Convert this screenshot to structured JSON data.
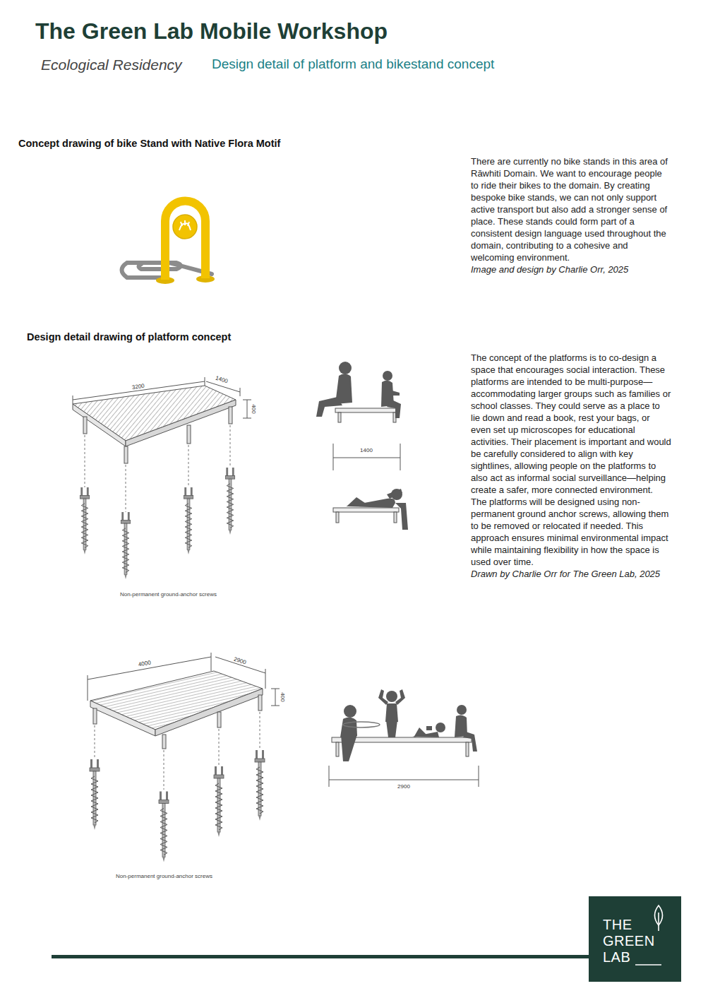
{
  "diagram": {
    "title": "The Green Lab Mobile Workshop",
    "nodes": [
      {
        "text": [
          "THE GREEN LAB"
        ]
      }
    ],
    "labels": [
      "Ecological Residency",
      "Design detail of platform and bikestand concept",
      "Concept drawing of bike Stand with Native Flora Motif",
      "There are currently no bike stands in this area of Rāwhiti Domain. We want to encourage people to ride their bikes to the domain. By creating bespoke bike stands, we can not only support active transport but also add a stronger sense of place. These stands could form part of a consistent design language used throughout the domain, contributing to a cohesive and welcoming environment.",
      "Image and design by Charlie Orr, 2025",
      "Design detail drawing of platform concept",
      "3200",
      "1400",
      "400",
      "1400",
      "Non-permanent ground-anchor screws",
      "The concept of the platforms is to co-design a space that encourages social interaction. These platforms are intended to be multi-purpose—accommodating larger groups such as families or school classes. They could serve as a place to lie down and read a book, rest your bags, or even set up microscopes for educational activities. Their placement is important and would be carefully considered to align with key sightlines, allowing people on the platforms to also act as informal social surveillance—helping create a safer, more connected environment.",
      "The platforms will be designed using non-permanent ground anchor screws, allowing them to be removed or relocated if needed. This approach ensures minimal environmental impact while maintaining flexibility in how the space is used over time.",
      "Drawn by Charlie Orr for The Green Lab, 2025",
      "4000",
      "2900",
      "400",
      "2900",
      "Non-permanent ground-anchor screws"
    ]
  }
}
